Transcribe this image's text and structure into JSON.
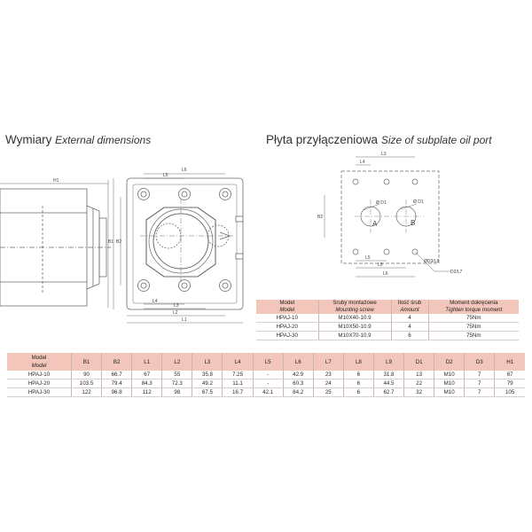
{
  "sections": {
    "dimensions": {
      "title": "Wymiary",
      "subtitle": "External dimensions"
    },
    "subplate": {
      "title": "Płyta przyłączeniowa",
      "subtitle": "Size of subplate oil port"
    }
  },
  "drawing_labels": {
    "h1": "H1",
    "l6": "L6",
    "l5": "L5",
    "b2": "B2",
    "b1": "B1",
    "l4": "L4",
    "l3": "L3",
    "l2": "L2",
    "l1": "L1"
  },
  "subplate_labels": {
    "l3": "L3",
    "l4": "L4",
    "d1a": "Ø D1",
    "d1b": "Ø D1",
    "a": "A",
    "b": "B",
    "b2": "B2",
    "l5": "L5",
    "l9": "L9",
    "l6": "L6",
    "d3l8": "ØD3/L8",
    "d2l7": "D2/L7"
  },
  "subplate_table": {
    "headers": [
      {
        "pl": "Model",
        "en": "Model"
      },
      {
        "pl": "Śruby montażowe",
        "en": "Mounting screw"
      },
      {
        "pl": "Ilość śrub",
        "en": "Amount"
      },
      {
        "pl": "Moment dokręcenia",
        "en": "Tighten torque moment"
      }
    ],
    "rows": [
      [
        "HPAJ-10",
        "M10X40-10.9",
        "4",
        "75Nm"
      ],
      [
        "HPAJ-20",
        "M10X50-10.9",
        "4",
        "75Nm"
      ],
      [
        "HPAJ-30",
        "M10X70-10.9",
        "6",
        "75Nm"
      ]
    ]
  },
  "main_table": {
    "model_header": {
      "pl": "Model",
      "en": "Model"
    },
    "columns": [
      "B1",
      "B2",
      "L1",
      "L2",
      "L3",
      "L4",
      "L5",
      "L6",
      "L7",
      "L8",
      "L9",
      "D1",
      "D2",
      "D3",
      "H1"
    ],
    "rows": [
      [
        "HPAJ-10",
        "90",
        "66.7",
        "67",
        "55",
        "35.8",
        "7.25",
        "-",
        "42.9",
        "23",
        "6",
        "31.8",
        "13",
        "M10",
        "7",
        "67"
      ],
      [
        "HPAJ-20",
        "103.5",
        "79.4",
        "84.3",
        "72.3",
        "49.2",
        "11.1",
        "-",
        "60.3",
        "24",
        "6",
        "44.5",
        "22",
        "M10",
        "7",
        "79"
      ],
      [
        "HPAJ-30",
        "122",
        "96.8",
        "112",
        "98",
        "67.5",
        "16.7",
        "42.1",
        "84.2",
        "25",
        "6",
        "62.7",
        "32",
        "M10",
        "7",
        "105"
      ]
    ]
  }
}
